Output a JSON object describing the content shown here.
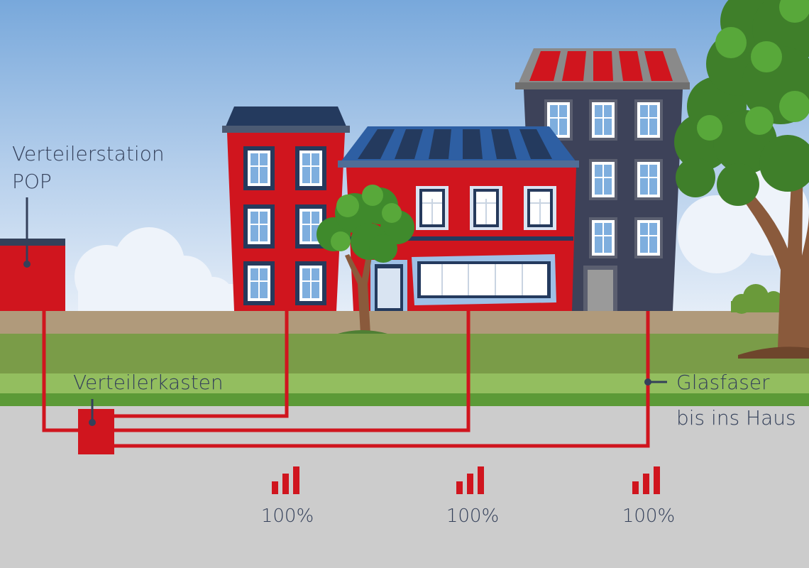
{
  "labels": {
    "station_line1": "Verteilerstation",
    "station_line2": "POP",
    "cabinet": "Verteilerkasten",
    "fiber_line1": "Glasfaser",
    "fiber_line2": "bis ins Haus"
  },
  "signal": {
    "levels": [
      {
        "value_label": "100%",
        "bars_filled": 3,
        "bars_total": 3
      },
      {
        "value_label": "100%",
        "bars_filled": 3,
        "bars_total": 3
      },
      {
        "value_label": "100%",
        "bars_filled": 3,
        "bars_total": 3
      }
    ]
  },
  "colors": {
    "fiber": "#d0151e",
    "building_red": "#d0151e",
    "building_dark": "#3d4259",
    "label_text": "#34405a",
    "ground": "#cccccc"
  }
}
